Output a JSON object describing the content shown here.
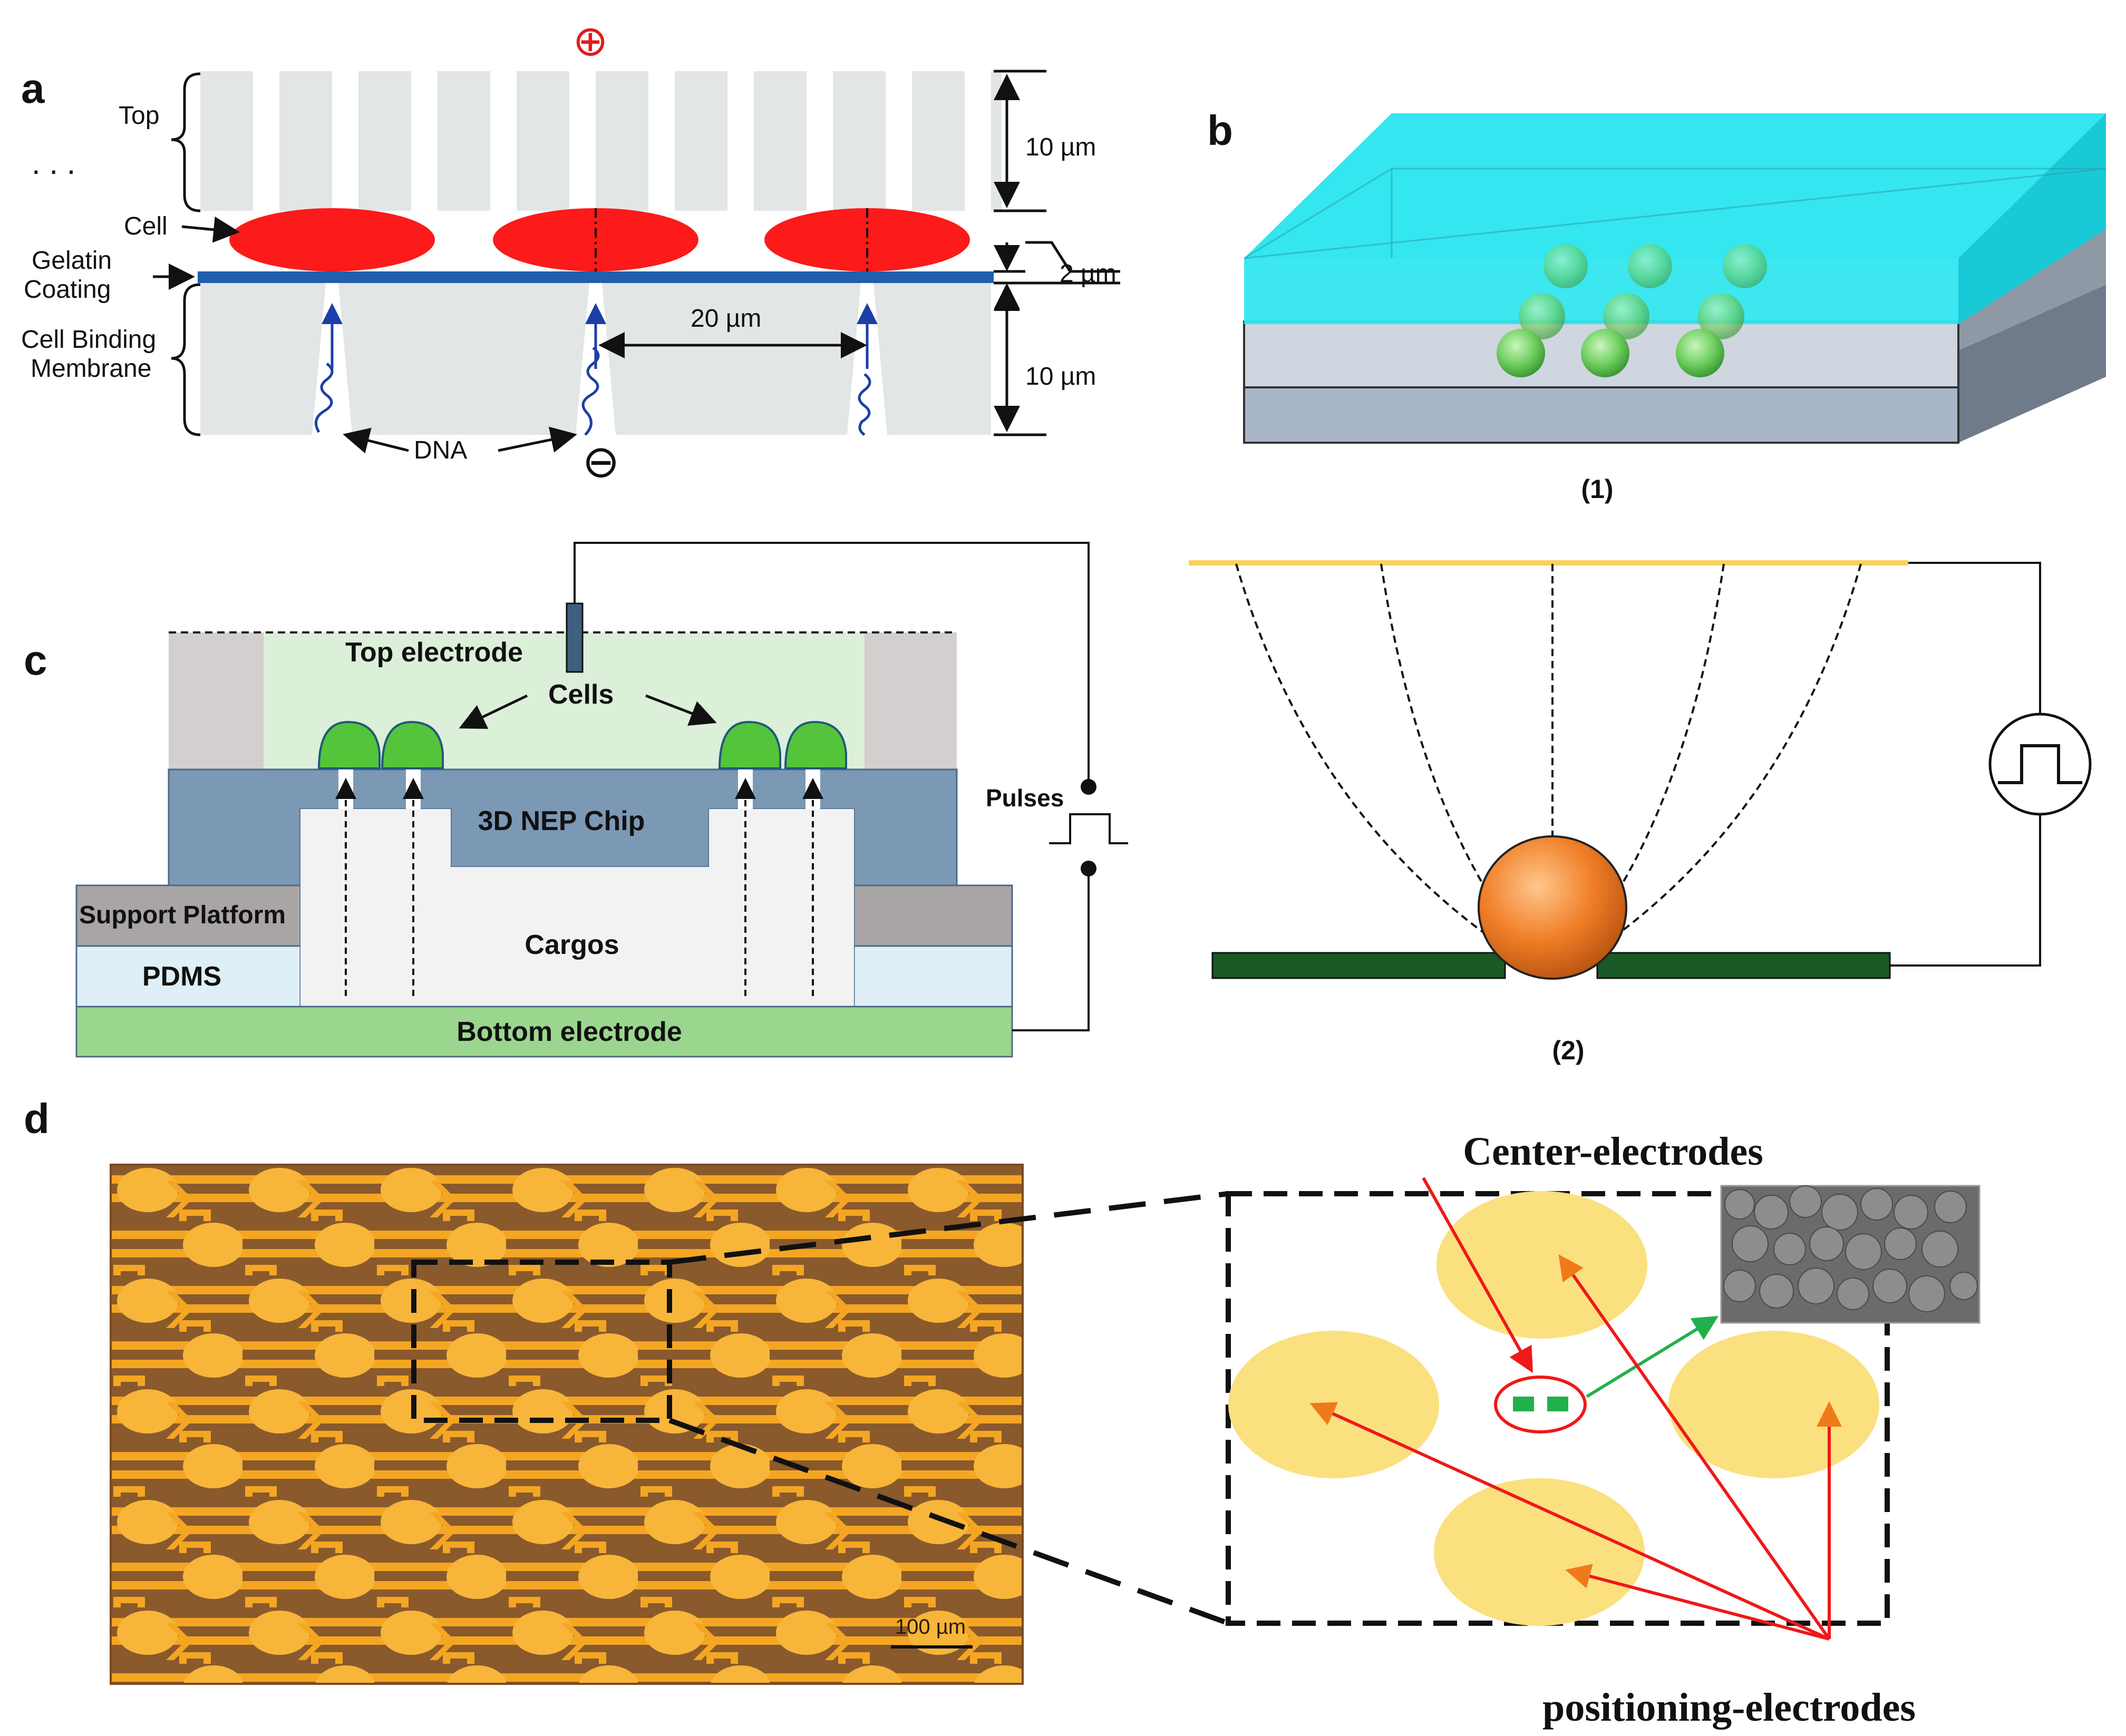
{
  "panel_letters": {
    "a": "a",
    "b": "b",
    "c": "c",
    "d": "d"
  },
  "panel_a": {
    "plus": "⊕",
    "minus": "⊖",
    "ellipsis": ". .   .",
    "top": "Top",
    "cell": "Cell",
    "gelatin_line1": "Gelatin",
    "gelatin_line2": "Coating",
    "membrane_line1": "Cell Binding",
    "membrane_line2": "Membrane",
    "dna": "DNA",
    "dim_top": "10 µm",
    "dim_gap": "2 µm",
    "dim_pitch": "20 µm",
    "dim_bottom": "10 µm",
    "colors": {
      "cell": "#fc1a1a",
      "coating": "#1f5fad",
      "membrane": "#e2e6e6",
      "dna": "#1b3fa6"
    }
  },
  "panel_b": {
    "caption1": "(1)",
    "caption2": "(2)",
    "colors": {
      "top_layer": "#33e6ef",
      "middle_layer": "#cfd6e0",
      "bottom_layer": "#a9b6c8",
      "bead": "#7bd66b",
      "particle": "#f07d26",
      "electrode": "#1a5a26",
      "top_line": "#f9d15b"
    }
  },
  "panel_c": {
    "top_electrode": "Top electrode",
    "cells": "Cells",
    "chip": "3D NEP Chip",
    "pulses": "Pulses",
    "support": "Support Platform",
    "pdms": "PDMS",
    "cargos": "Cargos",
    "bottom_electrode": "Bottom electrode",
    "colors": {
      "chamber": "#dcefd9",
      "chip": "#7b98b5",
      "support": "#a9a5a5",
      "pdms": "#dfeff8",
      "bottom": "#9bd68e",
      "cell": "#54c43b"
    }
  },
  "panel_d": {
    "center_electrodes": "Center-electrodes",
    "positioning_electrodes": "positioning-electrodes",
    "scale_bar": "100 µm",
    "colors": {
      "chip_bg": "#8a5a2c",
      "gold": "#f4a623",
      "pad": "#fbe07f",
      "arrow_red": "#f01818",
      "arrow_orange": "#f07a1a",
      "arrow_green": "#22b04c"
    }
  }
}
